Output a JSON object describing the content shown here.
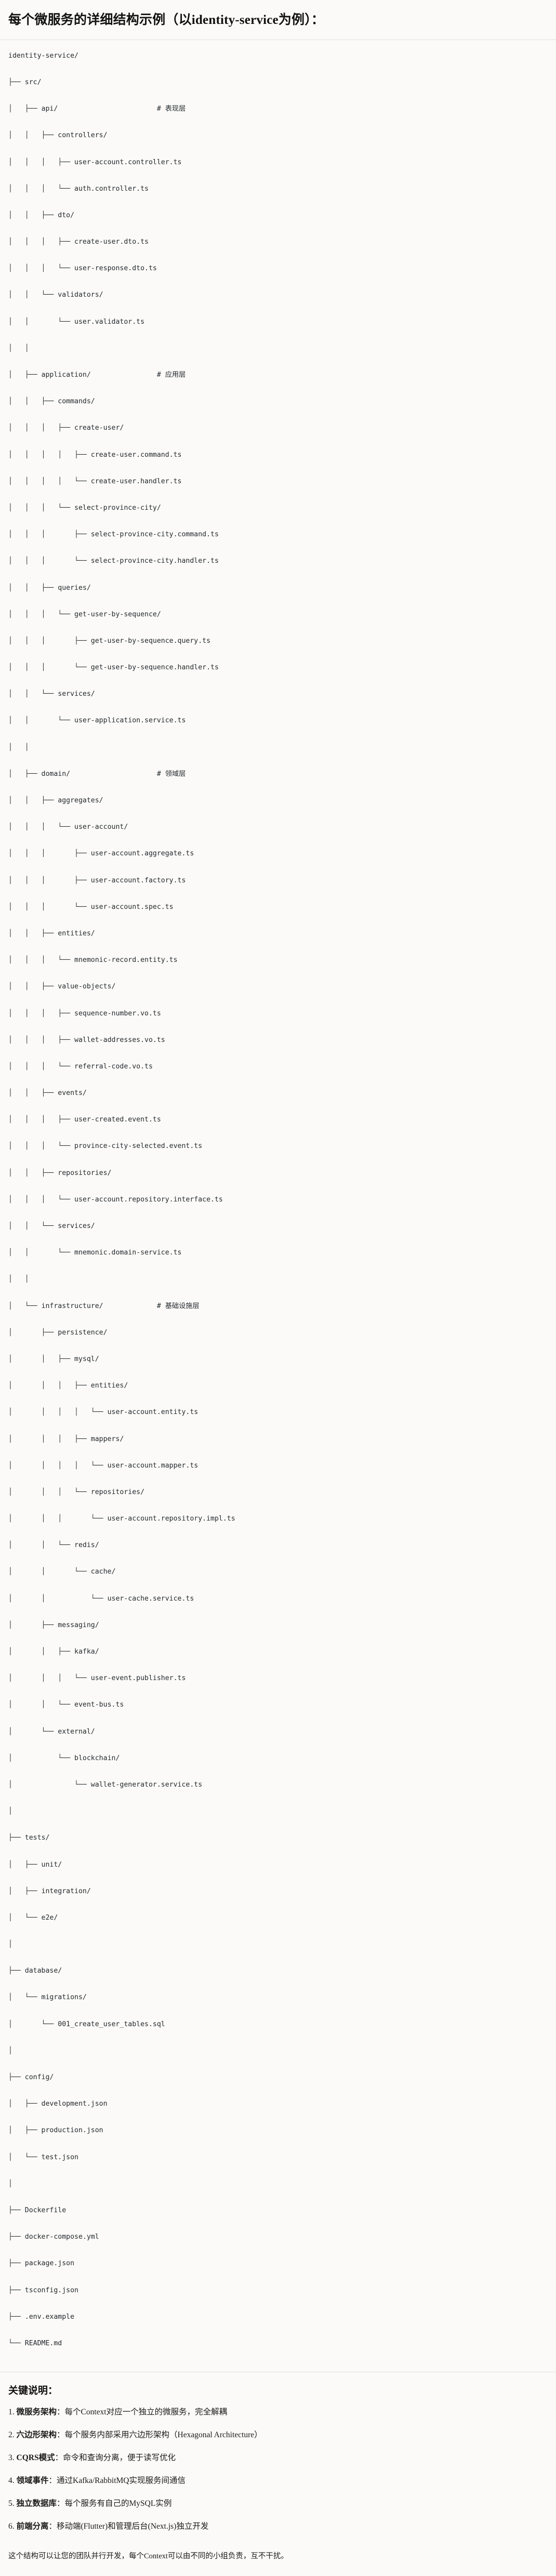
{
  "document": {
    "title": "每个微服务的详细结构示例（以identity-service为例）：",
    "notes_heading": "关键说明：",
    "closing": "这个结构可以让您的团队并行开发，每个Context可以由不同的小组负责，互不干扰。"
  },
  "tree": {
    "root": "identity-service/",
    "lines": [
      {
        "glyphs": "",
        "name": "identity-service/",
        "comment": ""
      },
      {
        "glyphs": "├── ",
        "name": "src/",
        "comment": ""
      },
      {
        "glyphs": "│   ├── ",
        "name": "api/",
        "comment": "# 表现层"
      },
      {
        "glyphs": "│   │   ├── ",
        "name": "controllers/",
        "comment": ""
      },
      {
        "glyphs": "│   │   │   ├── ",
        "name": "user-account.controller.ts",
        "comment": ""
      },
      {
        "glyphs": "│   │   │   └── ",
        "name": "auth.controller.ts",
        "comment": ""
      },
      {
        "glyphs": "│   │   ├── ",
        "name": "dto/",
        "comment": ""
      },
      {
        "glyphs": "│   │   │   ├── ",
        "name": "create-user.dto.ts",
        "comment": ""
      },
      {
        "glyphs": "│   │   │   └── ",
        "name": "user-response.dto.ts",
        "comment": ""
      },
      {
        "glyphs": "│   │   └── ",
        "name": "validators/",
        "comment": ""
      },
      {
        "glyphs": "│   │       └── ",
        "name": "user.validator.ts",
        "comment": ""
      },
      {
        "glyphs": "│   │",
        "name": "",
        "comment": ""
      },
      {
        "glyphs": "│   ├── ",
        "name": "application/",
        "comment": "# 应用层"
      },
      {
        "glyphs": "│   │   ├── ",
        "name": "commands/",
        "comment": ""
      },
      {
        "glyphs": "│   │   │   ├── ",
        "name": "create-user/",
        "comment": ""
      },
      {
        "glyphs": "│   │   │   │   ├── ",
        "name": "create-user.command.ts",
        "comment": ""
      },
      {
        "glyphs": "│   │   │   │   └── ",
        "name": "create-user.handler.ts",
        "comment": ""
      },
      {
        "glyphs": "│   │   │   └── ",
        "name": "select-province-city/",
        "comment": ""
      },
      {
        "glyphs": "│   │   │       ├── ",
        "name": "select-province-city.command.ts",
        "comment": ""
      },
      {
        "glyphs": "│   │   │       └── ",
        "name": "select-province-city.handler.ts",
        "comment": ""
      },
      {
        "glyphs": "│   │   ├── ",
        "name": "queries/",
        "comment": ""
      },
      {
        "glyphs": "│   │   │   └── ",
        "name": "get-user-by-sequence/",
        "comment": ""
      },
      {
        "glyphs": "│   │   │       ├── ",
        "name": "get-user-by-sequence.query.ts",
        "comment": ""
      },
      {
        "glyphs": "│   │   │       └── ",
        "name": "get-user-by-sequence.handler.ts",
        "comment": ""
      },
      {
        "glyphs": "│   │   └── ",
        "name": "services/",
        "comment": ""
      },
      {
        "glyphs": "│   │       └── ",
        "name": "user-application.service.ts",
        "comment": ""
      },
      {
        "glyphs": "│   │",
        "name": "",
        "comment": ""
      },
      {
        "glyphs": "│   ├── ",
        "name": "domain/",
        "comment": "# 领域层"
      },
      {
        "glyphs": "│   │   ├── ",
        "name": "aggregates/",
        "comment": ""
      },
      {
        "glyphs": "│   │   │   └── ",
        "name": "user-account/",
        "comment": ""
      },
      {
        "glyphs": "│   │   │       ├── ",
        "name": "user-account.aggregate.ts",
        "comment": ""
      },
      {
        "glyphs": "│   │   │       ├── ",
        "name": "user-account.factory.ts",
        "comment": ""
      },
      {
        "glyphs": "│   │   │       └── ",
        "name": "user-account.spec.ts",
        "comment": ""
      },
      {
        "glyphs": "│   │   ├── ",
        "name": "entities/",
        "comment": ""
      },
      {
        "glyphs": "│   │   │   └── ",
        "name": "mnemonic-record.entity.ts",
        "comment": ""
      },
      {
        "glyphs": "│   │   ├── ",
        "name": "value-objects/",
        "comment": ""
      },
      {
        "glyphs": "│   │   │   ├── ",
        "name": "sequence-number.vo.ts",
        "comment": ""
      },
      {
        "glyphs": "│   │   │   ├── ",
        "name": "wallet-addresses.vo.ts",
        "comment": ""
      },
      {
        "glyphs": "│   │   │   └── ",
        "name": "referral-code.vo.ts",
        "comment": ""
      },
      {
        "glyphs": "│   │   ├── ",
        "name": "events/",
        "comment": ""
      },
      {
        "glyphs": "│   │   │   ├── ",
        "name": "user-created.event.ts",
        "comment": ""
      },
      {
        "glyphs": "│   │   │   └── ",
        "name": "province-city-selected.event.ts",
        "comment": ""
      },
      {
        "glyphs": "│   │   ├── ",
        "name": "repositories/",
        "comment": ""
      },
      {
        "glyphs": "│   │   │   └── ",
        "name": "user-account.repository.interface.ts",
        "comment": ""
      },
      {
        "glyphs": "│   │   └── ",
        "name": "services/",
        "comment": ""
      },
      {
        "glyphs": "│   │       └── ",
        "name": "mnemonic.domain-service.ts",
        "comment": ""
      },
      {
        "glyphs": "│   │",
        "name": "",
        "comment": ""
      },
      {
        "glyphs": "│   └── ",
        "name": "infrastructure/",
        "comment": "# 基础设施层"
      },
      {
        "glyphs": "│       ├── ",
        "name": "persistence/",
        "comment": ""
      },
      {
        "glyphs": "│       │   ├── ",
        "name": "mysql/",
        "comment": ""
      },
      {
        "glyphs": "│       │   │   ├── ",
        "name": "entities/",
        "comment": ""
      },
      {
        "glyphs": "│       │   │   │   └── ",
        "name": "user-account.entity.ts",
        "comment": ""
      },
      {
        "glyphs": "│       │   │   ├── ",
        "name": "mappers/",
        "comment": ""
      },
      {
        "glyphs": "│       │   │   │   └── ",
        "name": "user-account.mapper.ts",
        "comment": ""
      },
      {
        "glyphs": "│       │   │   └── ",
        "name": "repositories/",
        "comment": ""
      },
      {
        "glyphs": "│       │   │       └── ",
        "name": "user-account.repository.impl.ts",
        "comment": ""
      },
      {
        "glyphs": "│       │   └── ",
        "name": "redis/",
        "comment": ""
      },
      {
        "glyphs": "│       │       └── ",
        "name": "cache/",
        "comment": ""
      },
      {
        "glyphs": "│       │           └── ",
        "name": "user-cache.service.ts",
        "comment": ""
      },
      {
        "glyphs": "│       ├── ",
        "name": "messaging/",
        "comment": ""
      },
      {
        "glyphs": "│       │   ├── ",
        "name": "kafka/",
        "comment": ""
      },
      {
        "glyphs": "│       │   │   └── ",
        "name": "user-event.publisher.ts",
        "comment": ""
      },
      {
        "glyphs": "│       │   └── ",
        "name": "event-bus.ts",
        "comment": ""
      },
      {
        "glyphs": "│       └── ",
        "name": "external/",
        "comment": ""
      },
      {
        "glyphs": "│           └── ",
        "name": "blockchain/",
        "comment": ""
      },
      {
        "glyphs": "│               └── ",
        "name": "wallet-generator.service.ts",
        "comment": ""
      },
      {
        "glyphs": "│",
        "name": "",
        "comment": ""
      },
      {
        "glyphs": "├── ",
        "name": "tests/",
        "comment": ""
      },
      {
        "glyphs": "│   ├── ",
        "name": "unit/",
        "comment": ""
      },
      {
        "glyphs": "│   ├── ",
        "name": "integration/",
        "comment": ""
      },
      {
        "glyphs": "│   └── ",
        "name": "e2e/",
        "comment": ""
      },
      {
        "glyphs": "│",
        "name": "",
        "comment": ""
      },
      {
        "glyphs": "├── ",
        "name": "database/",
        "comment": ""
      },
      {
        "glyphs": "│   └── ",
        "name": "migrations/",
        "comment": ""
      },
      {
        "glyphs": "│       └── ",
        "name": "001_create_user_tables.sql",
        "comment": ""
      },
      {
        "glyphs": "│",
        "name": "",
        "comment": ""
      },
      {
        "glyphs": "├── ",
        "name": "config/",
        "comment": ""
      },
      {
        "glyphs": "│   ├── ",
        "name": "development.json",
        "comment": ""
      },
      {
        "glyphs": "│   ├── ",
        "name": "production.json",
        "comment": ""
      },
      {
        "glyphs": "│   └── ",
        "name": "test.json",
        "comment": ""
      },
      {
        "glyphs": "│",
        "name": "",
        "comment": ""
      },
      {
        "glyphs": "├── ",
        "name": "Dockerfile",
        "comment": ""
      },
      {
        "glyphs": "├── ",
        "name": "docker-compose.yml",
        "comment": ""
      },
      {
        "glyphs": "├── ",
        "name": "package.json",
        "comment": ""
      },
      {
        "glyphs": "├── ",
        "name": "tsconfig.json",
        "comment": ""
      },
      {
        "glyphs": "├── ",
        "name": ".env.example",
        "comment": ""
      },
      {
        "glyphs": "└── ",
        "name": "README.md",
        "comment": ""
      }
    ]
  },
  "notes": [
    {
      "index": "1. ",
      "term": "微服务架构",
      "desc": "：每个Context对应一个独立的微服务，完全解耦"
    },
    {
      "index": "2. ",
      "term": "六边形架构",
      "desc": "：每个服务内部采用六边形架构（Hexagonal Architecture）"
    },
    {
      "index": "3. ",
      "term": "CQRS模式",
      "desc": "：命令和查询分离，便于读写优化"
    },
    {
      "index": "4. ",
      "term": "领域事件",
      "desc": "：通过Kafka/RabbitMQ实现服务间通信"
    },
    {
      "index": "5. ",
      "term": "独立数据库",
      "desc": "：每个服务有自己的MySQL实例"
    },
    {
      "index": "6. ",
      "term": "前端分离",
      "desc": "：移动端(Flutter)和管理后台(Next.js)独立开发"
    }
  ],
  "colors": {
    "page_bg": "#fbfaf8",
    "text": "#1a1a1a",
    "code_text": "#24292e",
    "rule": "#e3e1dd"
  }
}
